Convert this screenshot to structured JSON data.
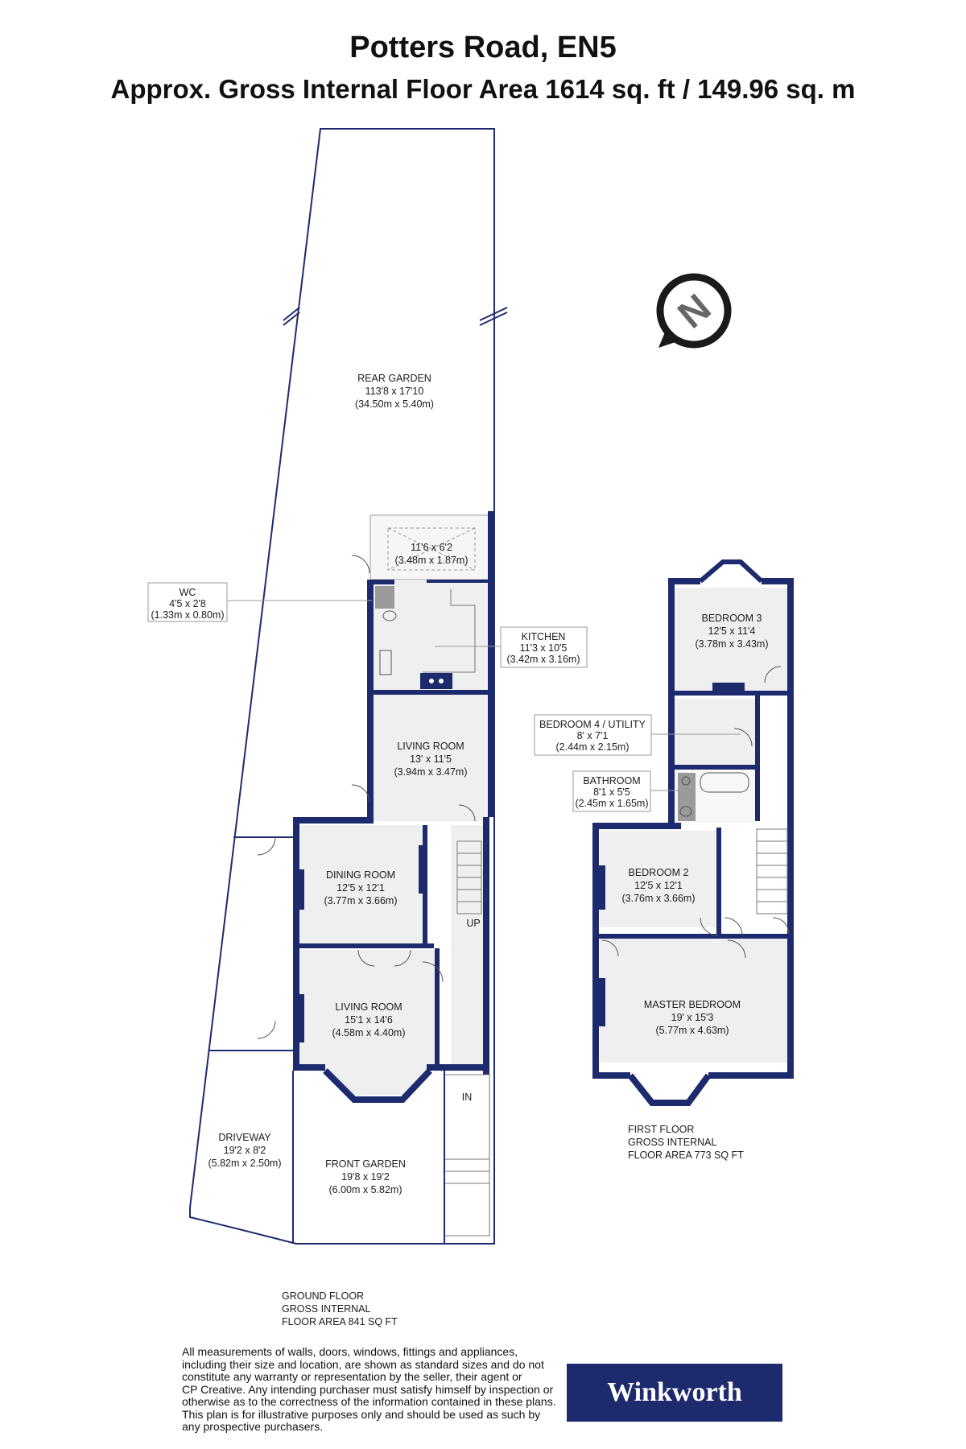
{
  "header": {
    "title": "Potters Road, EN5",
    "subtitle": "Approx. Gross Internal Floor Area 1614 sq. ft / 149.96 sq. m"
  },
  "colors": {
    "wall": "#1e2a6e",
    "room_fill": "#efefef",
    "fixture": "#9a9a9a",
    "line": "#777777"
  },
  "compass": {
    "icon": "north-arrow-icon",
    "letter": "N"
  },
  "ground_floor": {
    "rooms": [
      {
        "key": "rear_garden",
        "name": "REAR GARDEN",
        "imperial": "113'8 x 17'10",
        "metric": "(34.50m x 5.40m)"
      },
      {
        "key": "conservatory",
        "name": "",
        "imperial": "11'6 x 6'2",
        "metric": "(3.48m x 1.87m)"
      },
      {
        "key": "wc",
        "name": "WC",
        "imperial": "4'5 x 2'8",
        "metric": "(1.33m x 0.80m)"
      },
      {
        "key": "kitchen",
        "name": "KITCHEN",
        "imperial": "11'3 x 10'5",
        "metric": "(3.42m x 3.16m)"
      },
      {
        "key": "living_rear",
        "name": "LIVING ROOM",
        "imperial": "13' x 11'5",
        "metric": "(3.94m x 3.47m)"
      },
      {
        "key": "dining",
        "name": "DINING ROOM",
        "imperial": "12'5 x 12'1",
        "metric": "(3.77m x 3.66m)"
      },
      {
        "key": "living_front",
        "name": "LIVING ROOM",
        "imperial": "15'1 x 14'6",
        "metric": "(4.58m x 4.40m)"
      },
      {
        "key": "driveway",
        "name": "DRIVEWAY",
        "imperial": "19'2 x 8'2",
        "metric": "(5.82m x 2.50m)"
      },
      {
        "key": "front_garden",
        "name": "FRONT GARDEN",
        "imperial": "19'8 x 19'2",
        "metric": "(6.00m x 5.82m)"
      }
    ],
    "stair_label": "UP",
    "entrance_label": "IN",
    "area_lines": [
      "GROUND FLOOR",
      "GROSS INTERNAL",
      "FLOOR AREA 841 SQ FT"
    ]
  },
  "first_floor": {
    "rooms": [
      {
        "key": "bedroom3",
        "name": "BEDROOM 3",
        "imperial": "12'5 x 11'4",
        "metric": "(3.78m x 3.43m)"
      },
      {
        "key": "bedroom4",
        "name": "BEDROOM 4 / UTILITY",
        "imperial": "8' x 7'1",
        "metric": "(2.44m x 2.15m)"
      },
      {
        "key": "bathroom",
        "name": "BATHROOM",
        "imperial": "8'1 x 5'5",
        "metric": "(2.45m x 1.65m)"
      },
      {
        "key": "bedroom2",
        "name": "BEDROOM 2",
        "imperial": "12'5 x 12'1",
        "metric": "(3.76m x 3.66m)"
      },
      {
        "key": "master",
        "name": "MASTER BEDROOM",
        "imperial": "19' x 15'3",
        "metric": "(5.77m x 4.63m)"
      }
    ],
    "area_lines": [
      "FIRST FLOOR",
      "GROSS INTERNAL",
      "FLOOR AREA 773 SQ FT"
    ]
  },
  "disclaimer_lines": [
    "All measurements of walls, doors, windows, fittings and appliances,",
    "including their size and location, are shown as standard sizes and do not",
    "constitute any warranty or representation by the seller, their agent or",
    "CP Creative. Any intending purchaser must satisfy himself by inspection or",
    "otherwise as to the correctness of the information contained in these plans.",
    "This plan is for illustrative purposes only and should be used as such by",
    "any prospective purchasers."
  ],
  "brand": {
    "name": "Winkworth"
  }
}
